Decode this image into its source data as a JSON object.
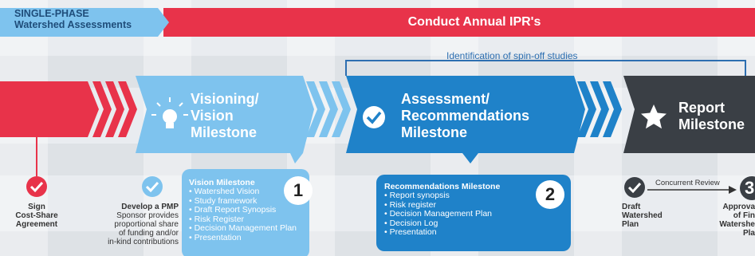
{
  "header": {
    "phase_line1": "SINGLE-PHASE",
    "phase_line2": "Watershed Assessments",
    "ipr_label": "Conduct Annual IPR's",
    "spinoff_label": "Identification of spin-off studies"
  },
  "stages": {
    "visioning": {
      "line1": "Visioning/",
      "line2": "Vision",
      "line3": "Milestone"
    },
    "assessment": {
      "line1": "Assessment/",
      "line2": "Recommendations",
      "line3": "Milestone"
    },
    "report": {
      "line1": "Report",
      "line2": "Milestone"
    }
  },
  "cards": {
    "vision": {
      "title": "Vision Milestone",
      "number": "1",
      "items": [
        "• Watershed Vision",
        "• Study framework",
        "• Draft Report Synopsis",
        "• Risk Register",
        "• Decision Management Plan",
        "• Presentation"
      ]
    },
    "recommendations": {
      "title": "Recommendations Milestone",
      "number": "2",
      "items": [
        "• Report synopsis",
        "• Risk register",
        "• Decision Management Plan",
        "• Decision Log",
        "• Presentation"
      ]
    },
    "final": {
      "number": "3"
    }
  },
  "milestones": {
    "sign": {
      "l1": "Sign",
      "l2": "Cost-Share",
      "l3": "Agreement"
    },
    "pmp": {
      "title": "Develop a PMP",
      "l1": "Sponsor provides",
      "l2": "proportional share",
      "l3": "of funding and/or",
      "l4": "in-kind contributions"
    },
    "draft": {
      "l1": "Draft",
      "l2": "Watershed",
      "l3": "Plan"
    },
    "concurrent": "Concurrent Review",
    "approval": {
      "l1": "Approva",
      "l2": "of Fin",
      "l3": "Watershe",
      "l4": "Pla"
    }
  },
  "colors": {
    "red": "#e8334a",
    "light_blue": "#7ec3ee",
    "blue": "#1f82c9",
    "dark": "#3a3f45"
  }
}
